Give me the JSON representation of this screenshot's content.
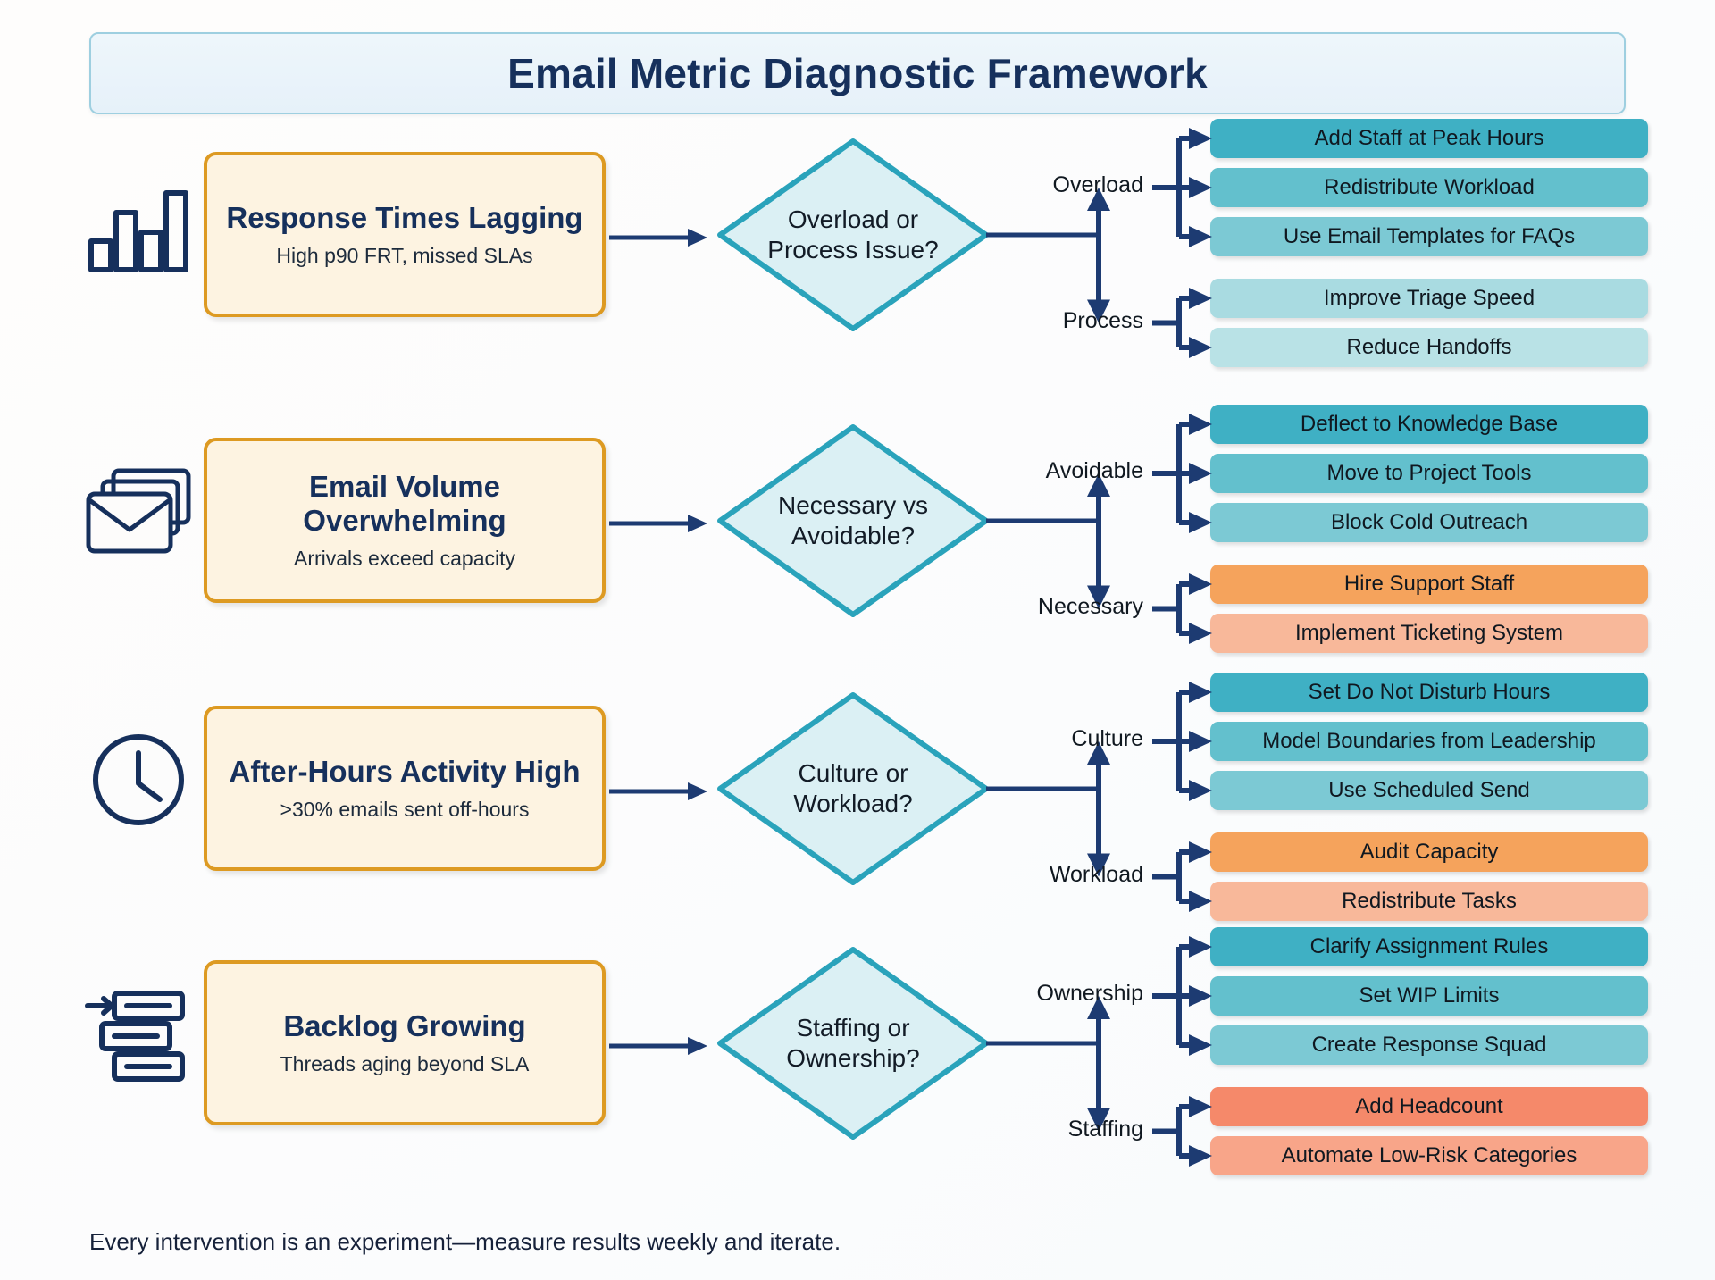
{
  "header": {
    "title": "Email Metric Diagnostic Framework"
  },
  "footer": {
    "note": "Every intervention is an experiment—measure results weekly and iterate."
  },
  "colors": {
    "title_border": "#9ecfe0",
    "title_fill": "#e9f2f9",
    "title_text": "#16305c",
    "problem_border": "#dd9a22",
    "problem_fill": "#fdf3e1",
    "problem_title_text": "#16305c",
    "diamond_border": "#2aa3bb",
    "diamond_fill": "#dbf0f4",
    "connector": "#1d3b72",
    "teal_1": "#3fb0c4",
    "teal_2": "#63c0cd",
    "teal_3": "#7cc9d4",
    "teal_4": "#a9dbe1",
    "teal_5": "#b9e2e6",
    "orange_1": "#f5a35c",
    "orange_2": "#f8b89a",
    "red_1": "#f5896a",
    "red_2": "#f8a589"
  },
  "rows": [
    {
      "icon": "bar-chart-icon",
      "problem_title": "Response Times Lagging",
      "problem_sub": "High p90 FRT, missed SLAs",
      "decision": "Overload or Process Issue?",
      "branches": [
        {
          "label": "Overload",
          "actions": [
            {
              "label": "Add Staff at Peak Hours",
              "color": "#3fb0c4"
            },
            {
              "label": "Redistribute Workload",
              "color": "#63c0cd"
            },
            {
              "label": "Use Email Templates for FAQs",
              "color": "#7cc9d4"
            }
          ]
        },
        {
          "label": "Process",
          "actions": [
            {
              "label": "Improve Triage Speed",
              "color": "#a9dbe1"
            },
            {
              "label": "Reduce Handoffs",
              "color": "#b9e2e6"
            }
          ]
        }
      ]
    },
    {
      "icon": "envelopes-icon",
      "problem_title": "Email Volume Overwhelming",
      "problem_sub": "Arrivals exceed capacity",
      "decision": "Necessary vs Avoidable?",
      "branches": [
        {
          "label": "Avoidable",
          "actions": [
            {
              "label": "Deflect to Knowledge Base",
              "color": "#3fb0c4"
            },
            {
              "label": "Move to Project Tools",
              "color": "#63c0cd"
            },
            {
              "label": "Block Cold Outreach",
              "color": "#7cc9d4"
            }
          ]
        },
        {
          "label": "Necessary",
          "actions": [
            {
              "label": "Hire Support Staff",
              "color": "#f5a35c"
            },
            {
              "label": "Implement Ticketing System",
              "color": "#f8b89a"
            }
          ]
        }
      ]
    },
    {
      "icon": "clock-icon",
      "problem_title": "After-Hours Activity High",
      "problem_sub": ">30% emails sent off-hours",
      "decision": "Culture or Workload?",
      "branches": [
        {
          "label": "Culture",
          "actions": [
            {
              "label": "Set Do Not Disturb Hours",
              "color": "#3fb0c4"
            },
            {
              "label": "Model Boundaries from Leadership",
              "color": "#63c0cd"
            },
            {
              "label": "Use Scheduled Send",
              "color": "#7cc9d4"
            }
          ]
        },
        {
          "label": "Workload",
          "actions": [
            {
              "label": "Audit Capacity",
              "color": "#f5a35c"
            },
            {
              "label": "Redistribute Tasks",
              "color": "#f8b89a"
            }
          ]
        }
      ]
    },
    {
      "icon": "backlog-icon",
      "problem_title": "Backlog Growing",
      "problem_sub": "Threads aging beyond SLA",
      "decision": "Staffing or Ownership?",
      "branches": [
        {
          "label": "Ownership",
          "actions": [
            {
              "label": "Clarify Assignment Rules",
              "color": "#3fb0c4"
            },
            {
              "label": "Set WIP Limits",
              "color": "#63c0cd"
            },
            {
              "label": "Create Response Squad",
              "color": "#7cc9d4"
            }
          ]
        },
        {
          "label": "Staffing",
          "actions": [
            {
              "label": "Add Headcount",
              "color": "#f5896a"
            },
            {
              "label": "Automate Low-Risk Categories",
              "color": "#f8a589"
            }
          ]
        }
      ]
    }
  ]
}
